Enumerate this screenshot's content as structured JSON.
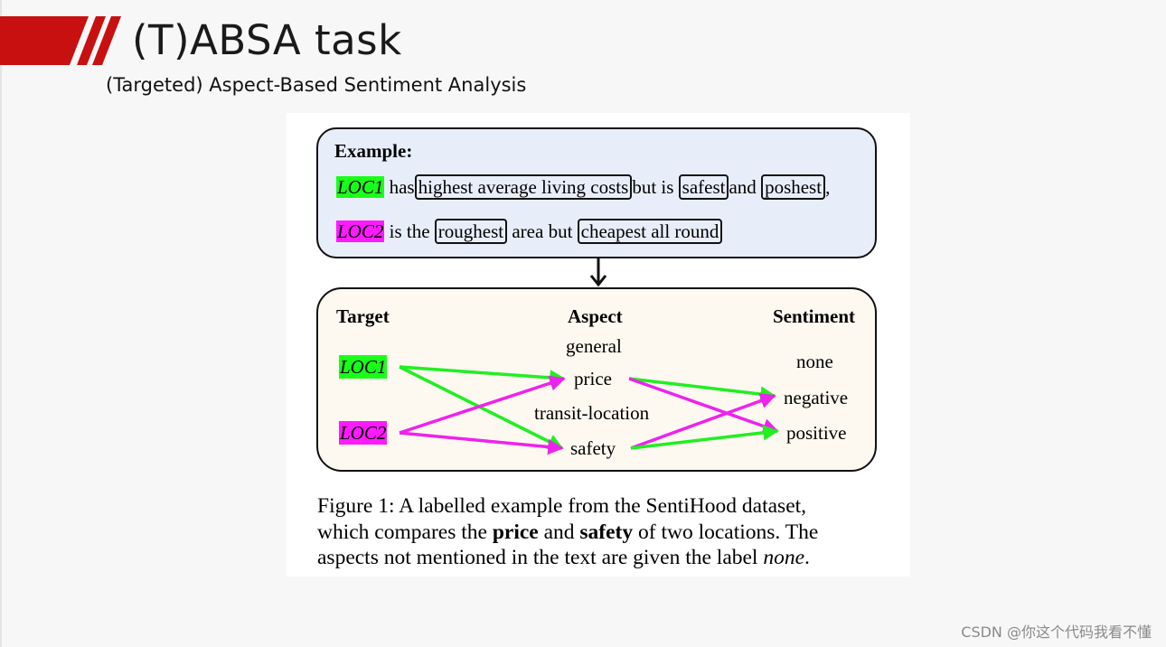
{
  "slide": {
    "title": "(T)ABSA task",
    "subtitle": "(Targeted) Aspect-Based Sentiment Analysis",
    "accent_color": "#c81010"
  },
  "figure": {
    "example": {
      "heading": "Example:",
      "line1": {
        "target": "LOC1",
        "w1": "has",
        "a1": "highest average living costs",
        "w2": "but is",
        "a2": "safest",
        "w3": "and",
        "a3": "poshest",
        "w4": ","
      },
      "line2": {
        "target": "LOC2",
        "w1": "is the",
        "a1": "roughest",
        "w2": "area but",
        "a2": "cheapest all round"
      }
    },
    "mapping": {
      "headers": {
        "target": "Target",
        "aspect": "Aspect",
        "sentiment": "Sentiment"
      },
      "targets": [
        "LOC1",
        "LOC2"
      ],
      "aspects": [
        "general",
        "price",
        "transit-location",
        "safety"
      ],
      "sentiments": [
        "none",
        "negative",
        "positive"
      ],
      "links": [
        {
          "from": "LOC1",
          "to": "price",
          "color": "#22ee22"
        },
        {
          "from": "LOC1",
          "to": "safety",
          "color": "#22ee22"
        },
        {
          "from": "LOC2",
          "to": "price",
          "color": "#ee22ee"
        },
        {
          "from": "LOC2",
          "to": "safety",
          "color": "#ee22ee"
        },
        {
          "from": "price",
          "to": "negative",
          "color": "#22ee22"
        },
        {
          "from": "price",
          "to": "positive",
          "color": "#ee22ee"
        },
        {
          "from": "safety",
          "to": "negative",
          "color": "#ee22ee"
        },
        {
          "from": "safety",
          "to": "positive",
          "color": "#22ee22"
        }
      ],
      "target_colors": {
        "LOC1": "#19ff19",
        "LOC2": "#ff1aff"
      }
    },
    "caption": {
      "l1": "Figure 1: A labelled example from the SentiHood dataset,",
      "l2a": "which compares the",
      "l2b": "price",
      "l2c": "and",
      "l2d": "safety",
      "l2e": "of two locations. The",
      "l3a": "aspects not mentioned in the text are given the label",
      "l3b": "none",
      "l3c": "."
    }
  },
  "watermark": "CSDN @你这个代码我看不懂"
}
